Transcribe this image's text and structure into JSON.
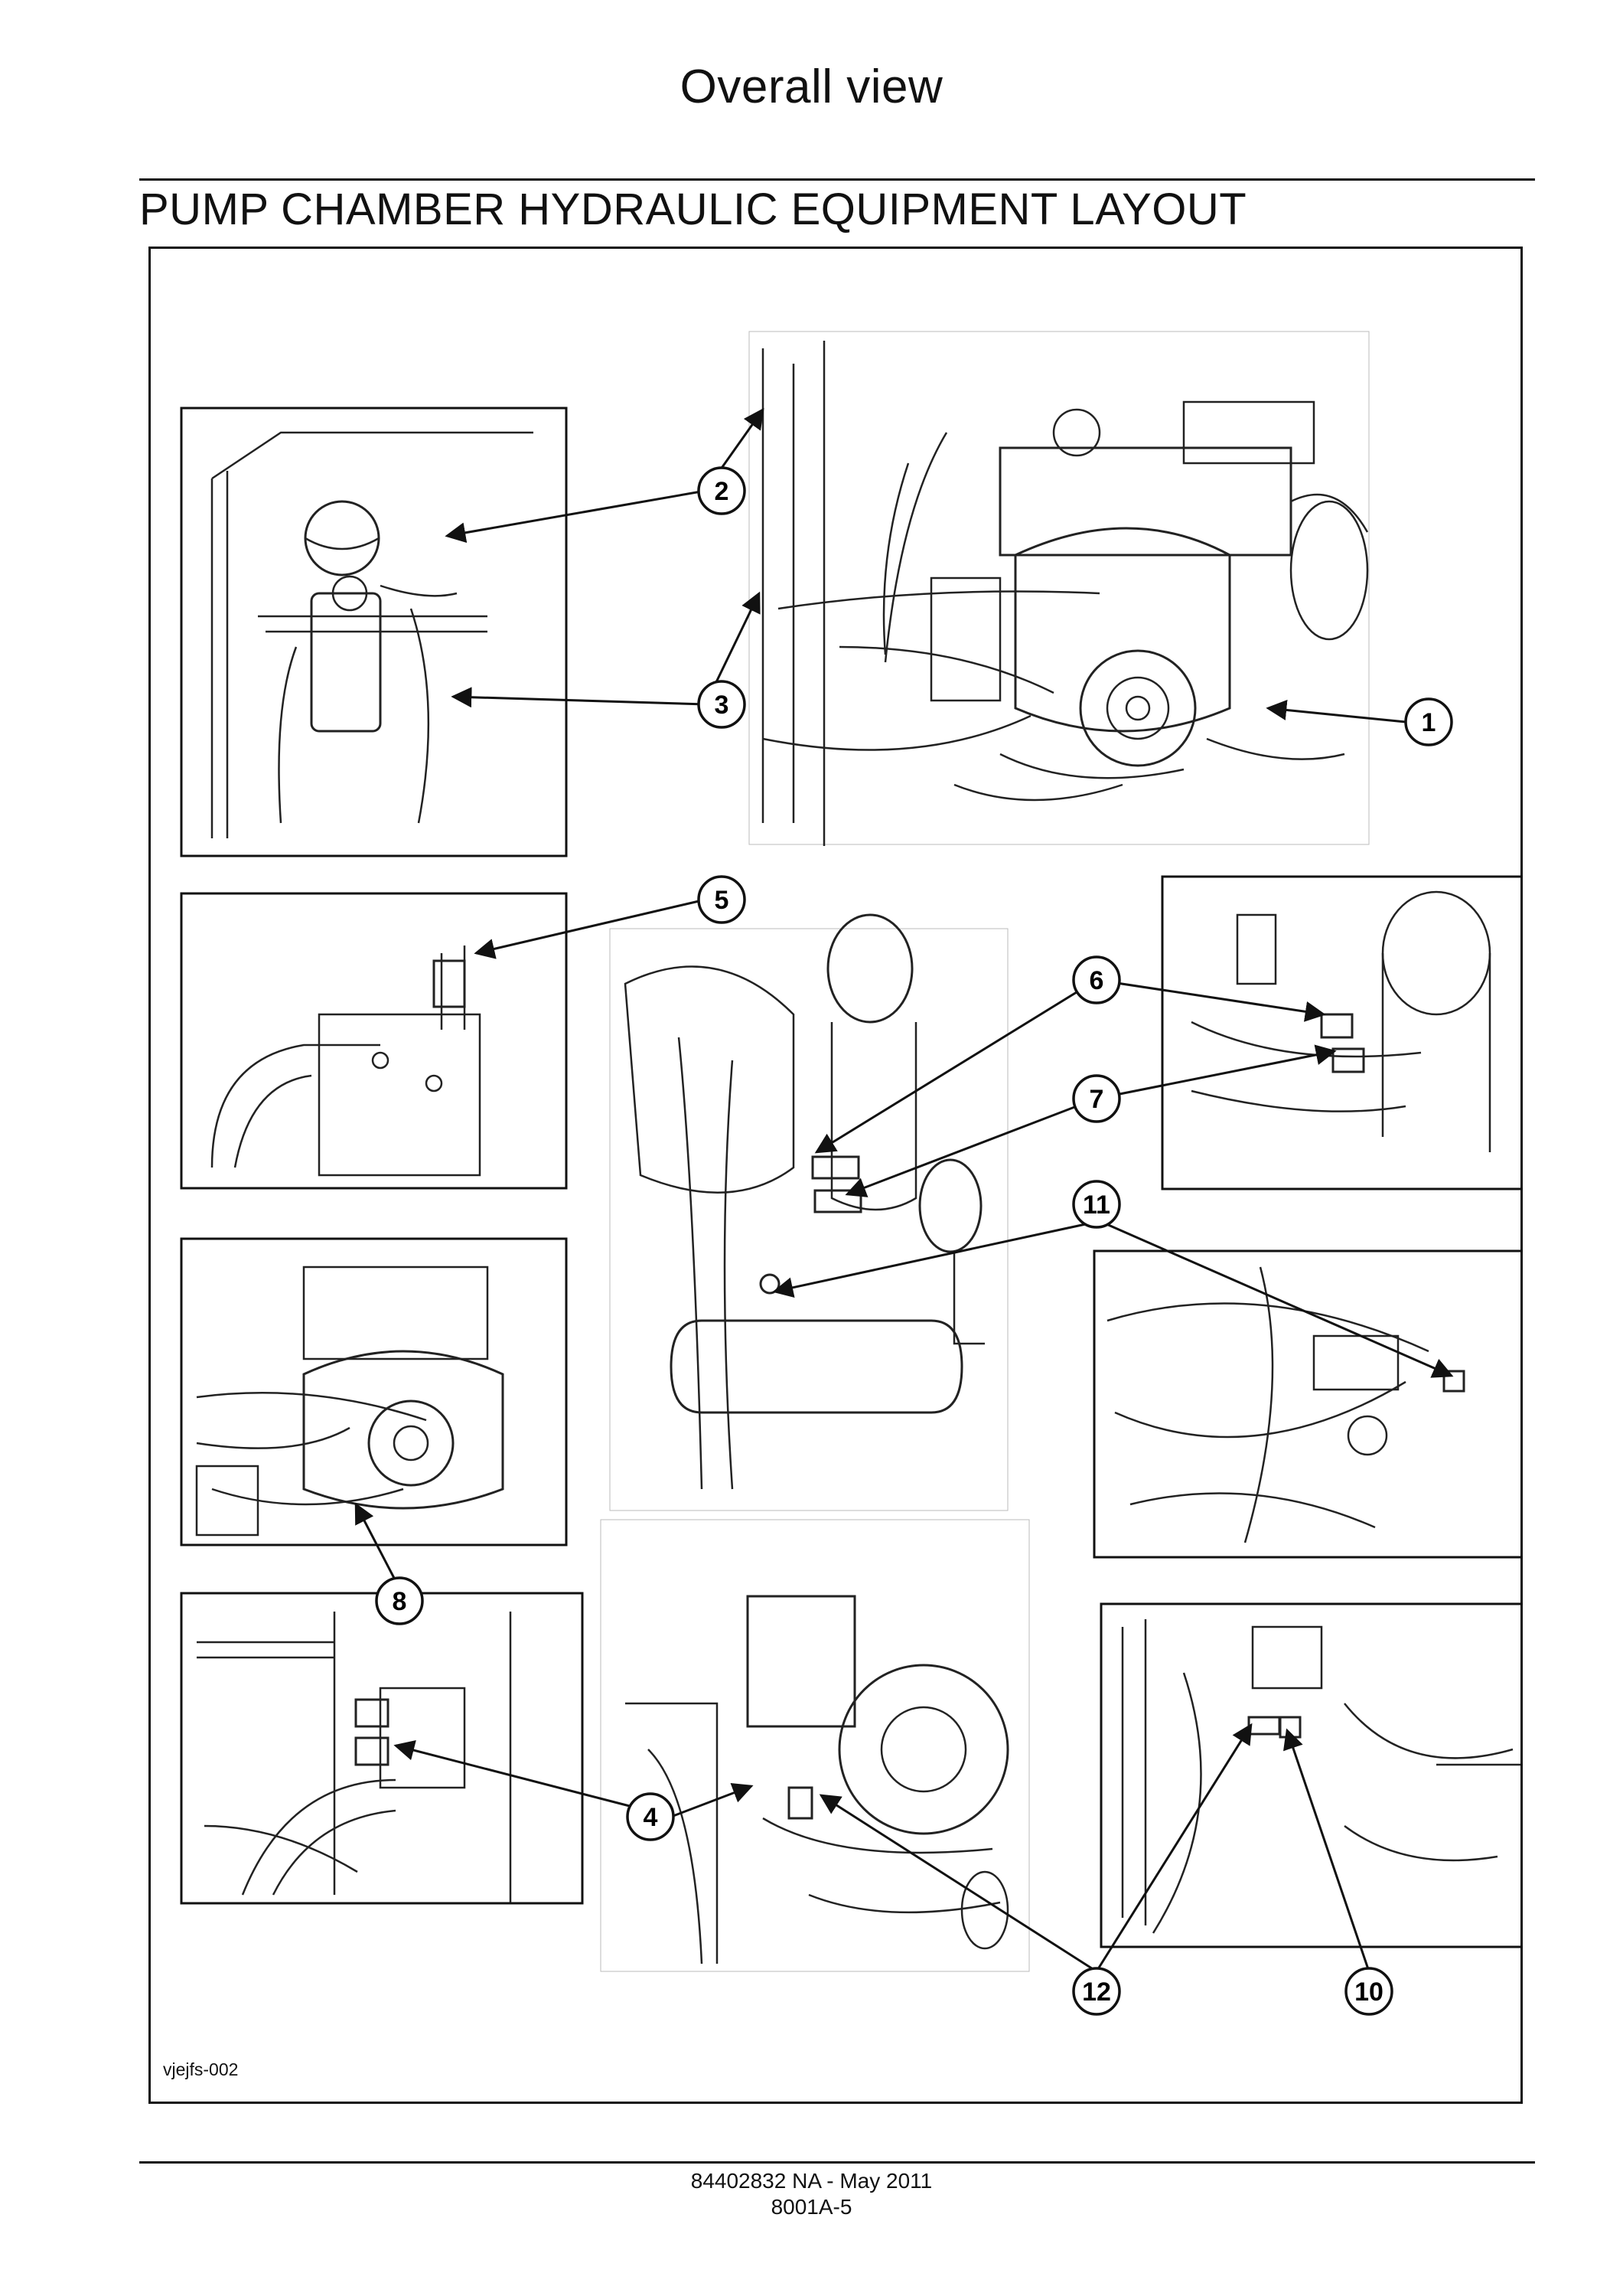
{
  "page": {
    "section_title": "Overall view",
    "heading": "PUMP CHAMBER HYDRAULIC EQUIPMENT LAYOUT"
  },
  "figure": {
    "id_label": "vjejfs-002",
    "callouts": [
      "1",
      "2",
      "3",
      "4",
      "5",
      "6",
      "7",
      "8",
      "10",
      "11",
      "12"
    ]
  },
  "footer": {
    "doc_number": "84402832 NA - May 2011",
    "page_ref": "8001A-5"
  }
}
